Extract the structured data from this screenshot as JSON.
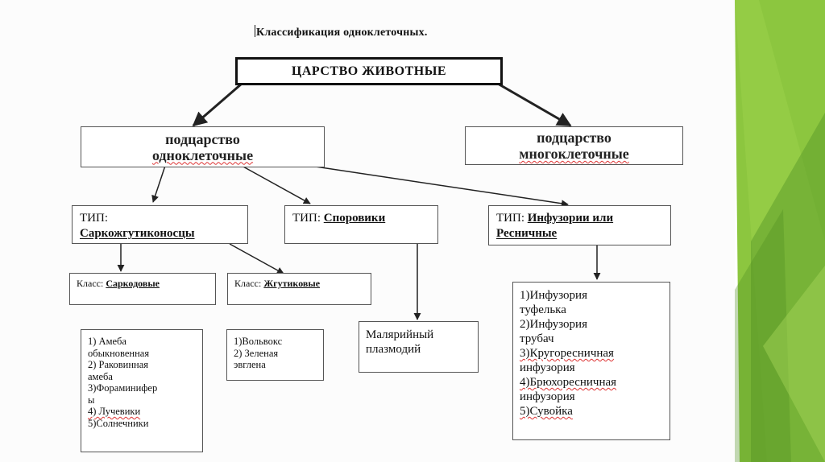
{
  "title": "Классификация одноклеточных.",
  "kingdom": "ЦАРСТВО ЖИВОТНЫЕ",
  "subkingdom_left": {
    "line1": "подцарство",
    "line2": "одноклеточные"
  },
  "subkingdom_right": {
    "line1": "подцарство",
    "line2": "многоклеточные"
  },
  "type_prefix": "ТИП:",
  "class_prefix": "Класс:",
  "type_sarco": "Саркожгутиконосцы",
  "type_sporo": "Споровики",
  "type_infus_line1": "Инфузории или",
  "type_infus_line2": "Ресничные",
  "class_sarcodina": "Саркодовые",
  "class_flagellates": "Жгутиковые",
  "sarcodina_list": [
    "1) Амеба",
    "обыкновенная",
    "2) Раковинная",
    "амеба",
    "3)Фораминифер",
    "ы",
    "4) Лучевики",
    "5)Солнечники"
  ],
  "flagellates_list": [
    "1)Вольвокс",
    "2) Зеленая",
    "эвглена"
  ],
  "sporo_list": [
    "Малярийный",
    "плазмодий"
  ],
  "infus_list": [
    "1)Инфузория",
    "туфелька",
    "2)Инфузория",
    "трубач",
    "3)Кругоресничная",
    "инфузория",
    "4)Брюхоресничная",
    "инфузория",
    "5)Сувойка"
  ],
  "colors": {
    "accent_green": "#8cc63f",
    "dark_green": "#5e9e2c",
    "border": "#555555",
    "arrow": "#222222"
  }
}
